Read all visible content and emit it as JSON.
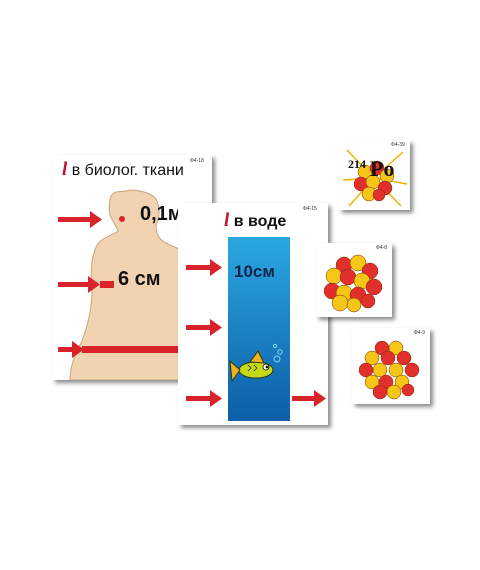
{
  "card_tissue": {
    "code": "Ф4-18",
    "symbol": "l",
    "title": "в биолог. ткани",
    "depth_skin": "0,1м",
    "depth_body": "6 см"
  },
  "card_water": {
    "code": "Ф4-15",
    "symbol": "l",
    "title": "в воде",
    "depth": "10см"
  },
  "card_polonium": {
    "code": "Ф4-39",
    "mass_number": "214",
    "element": "Po"
  },
  "card_nucleus_1": {
    "code": "Ф4-8"
  },
  "card_nucleus_2": {
    "code": "Ф4-9"
  },
  "colors": {
    "arrow": "#d8232a",
    "skin": "#f2d3b1",
    "water_top": "#2aa8e0",
    "water_bottom": "#0d5da8",
    "proton": "#e12f2b",
    "neutron": "#f5c518"
  }
}
